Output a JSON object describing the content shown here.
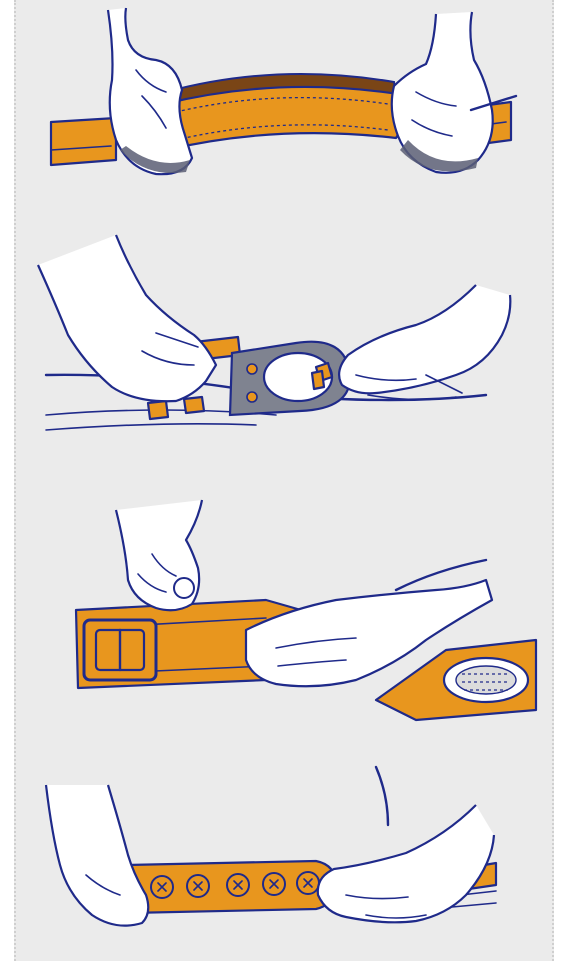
{
  "illustration": {
    "steps": [
      {
        "id": 1,
        "subject": "padded-strap"
      },
      {
        "id": 2,
        "subject": "ring-buckle"
      },
      {
        "id": 3,
        "subject": "strap-buckle"
      },
      {
        "id": 4,
        "subject": "perforated-strap"
      }
    ],
    "colors": {
      "background": "#ebebeb",
      "outline": "#1f2a8a",
      "leather": "#e8961e",
      "metal": "#7f8390",
      "skin": "#ffffff"
    }
  }
}
